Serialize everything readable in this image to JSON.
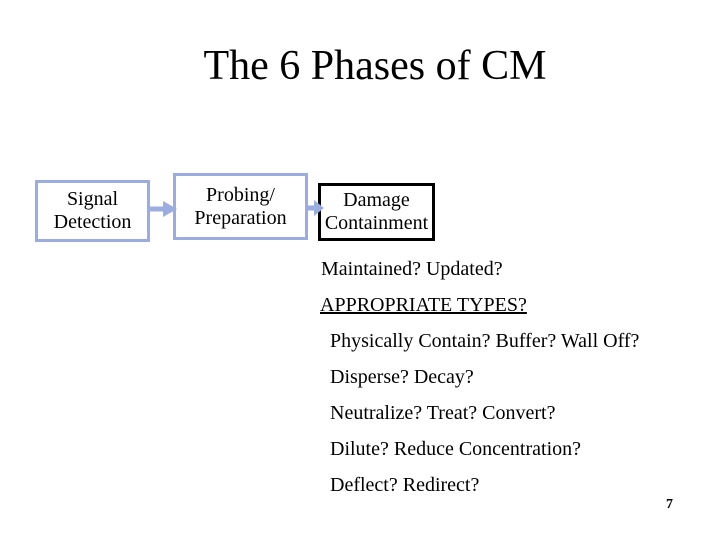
{
  "slide": {
    "title": "The 6 Phases of CM",
    "page_number": "7",
    "colors": {
      "accent_blue": "#9badde",
      "box_border_dark": "#000000",
      "text": "#000000",
      "background": "#ffffff"
    },
    "flowchart": {
      "boxes": [
        {
          "label": "Signal\nDetection",
          "border_style": "light-blue"
        },
        {
          "label": "Probing/\nPreparation",
          "border_style": "light-blue"
        },
        {
          "label": "Damage\nContainment",
          "border_style": "black"
        }
      ],
      "connectors": [
        {
          "icon": "block-arrow-right"
        },
        {
          "icon": "block-arrow-right"
        }
      ]
    },
    "notes": [
      {
        "text": "Maintained? Updated?",
        "underlined": false
      },
      {
        "text": "APPROPRIATE TYPES?",
        "underlined": true
      },
      {
        "text": "Physically Contain? Buffer? Wall Off?",
        "underlined": false
      },
      {
        "text": "Disperse? Decay?",
        "underlined": false
      },
      {
        "text": "Neutralize? Treat? Convert?",
        "underlined": false
      },
      {
        "text": "Dilute? Reduce Concentration?",
        "underlined": false
      },
      {
        "text": "Deflect? Redirect?",
        "underlined": false
      }
    ]
  }
}
